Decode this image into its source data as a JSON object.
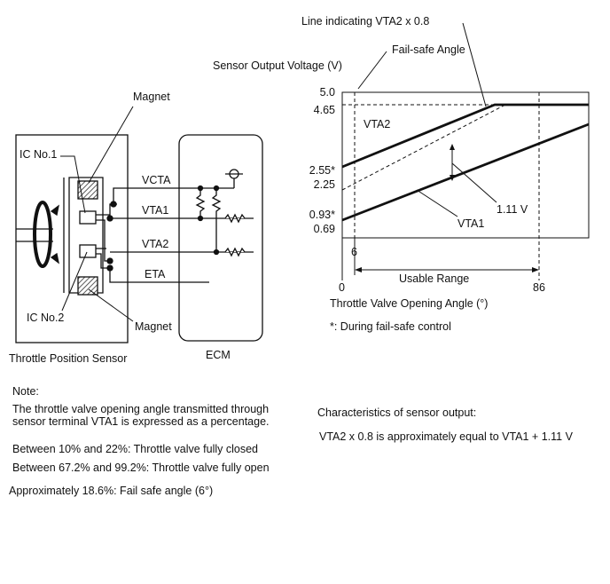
{
  "circuit": {
    "magnet_top": "Magnet",
    "ic1": "IC No.1",
    "ic2": "IC No.2",
    "magnet_bottom": "Magnet",
    "sensor_label": "Throttle Position Sensor",
    "ecm_label": "ECM",
    "terminals": [
      "VCTA",
      "VTA1",
      "VTA2",
      "ETA"
    ]
  },
  "graph": {
    "line_indicator": "Line indicating VTA2 x 0.8",
    "failsafe_angle": "Fail-safe Angle",
    "y_title": "Sensor Output Voltage (V)",
    "y_ticks": [
      "5.0",
      "4.65",
      "2.55*",
      "2.25",
      "0.93*",
      "0.69"
    ],
    "x_ticks": [
      "0",
      "6",
      "86"
    ],
    "series_vta2": "VTA2",
    "series_vta1": "VTA1",
    "offset_label": "1.11 V",
    "usable_range": "Usable Range",
    "x_title": "Throttle Valve Opening Angle (°)",
    "footnote": "*: During fail-safe control"
  },
  "notes": {
    "heading": "Note:",
    "line1": "The throttle valve opening angle transmitted through",
    "line2": "sensor terminal VTA1 is expressed as a percentage.",
    "closed": "Between 10% and 22%: Throttle valve fully closed",
    "open": "Between 67.2% and 99.2%: Throttle valve fully open",
    "failsafe": "Approximately 18.6%: Fail safe angle (6°)"
  },
  "characteristics": {
    "title": "Characteristics of sensor output:",
    "formula": "VTA2 x 0.8 is approximately equal to VTA1 + 1.11 V"
  }
}
